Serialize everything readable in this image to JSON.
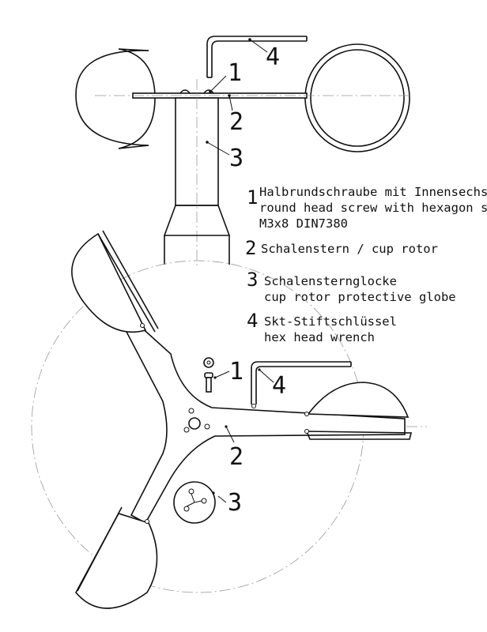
{
  "callouts": {
    "top": {
      "c1": "1",
      "c2": "2",
      "c3": "3",
      "c4": "4"
    },
    "bottom": {
      "c1": "1",
      "c2": "2",
      "c3": "3",
      "c4": "4"
    }
  },
  "legend": [
    {
      "num": "1",
      "lines": [
        "Halbrundschraube mit Innensechskant",
        "round head screw with hexagon socket",
        "M3x8 DIN7380"
      ]
    },
    {
      "num": "2",
      "lines": [
        "Schalenstern / cup rotor"
      ]
    },
    {
      "num": "3",
      "lines": [
        "Schalensternglocke",
        "cup rotor protective globe"
      ]
    },
    {
      "num": "4",
      "lines": [
        "Skt-Stiftschlüssel",
        "hex head wrench"
      ]
    }
  ]
}
